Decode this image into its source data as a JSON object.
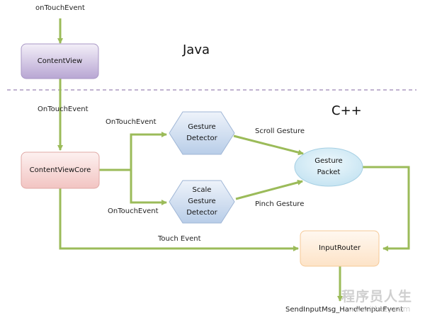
{
  "sections": {
    "java": "Java",
    "cpp": "C++"
  },
  "nodes": {
    "content_view": "ContentView",
    "content_view_core": "ContentViewCore",
    "gesture_detector": "Gesture\nDetector",
    "scale_gesture_detector": "Scale\nGesture\nDetector",
    "gesture_packet": "Gesture\nPacket",
    "input_router": "InputRouter"
  },
  "edges": {
    "on_touch_event_top": "onTouchEvent",
    "on_touch_event_core": "OnTouchEvent",
    "on_touch_event_gesture": "OnTouchEvent",
    "on_touch_event_scale": "OnTouchEvent",
    "scroll_gesture": "Scroll Gesture",
    "pinch_gesture": "Pinch Gesture",
    "touch_event": "Touch Event",
    "send_input": "SendInputMsg_HandleInputEvent"
  },
  "watermark": {
    "main": "程序员人生",
    "sub": "www.itkezy.com"
  },
  "colors": {
    "arrow": "#9bbb59",
    "divider": "#8064a2",
    "content_view": "#b8a6d3",
    "content_view_core": "#f2c4c2",
    "detectors": "#b8cde8",
    "gesture_packet": "#c6e4f2",
    "input_router": "#fde3c7"
  }
}
